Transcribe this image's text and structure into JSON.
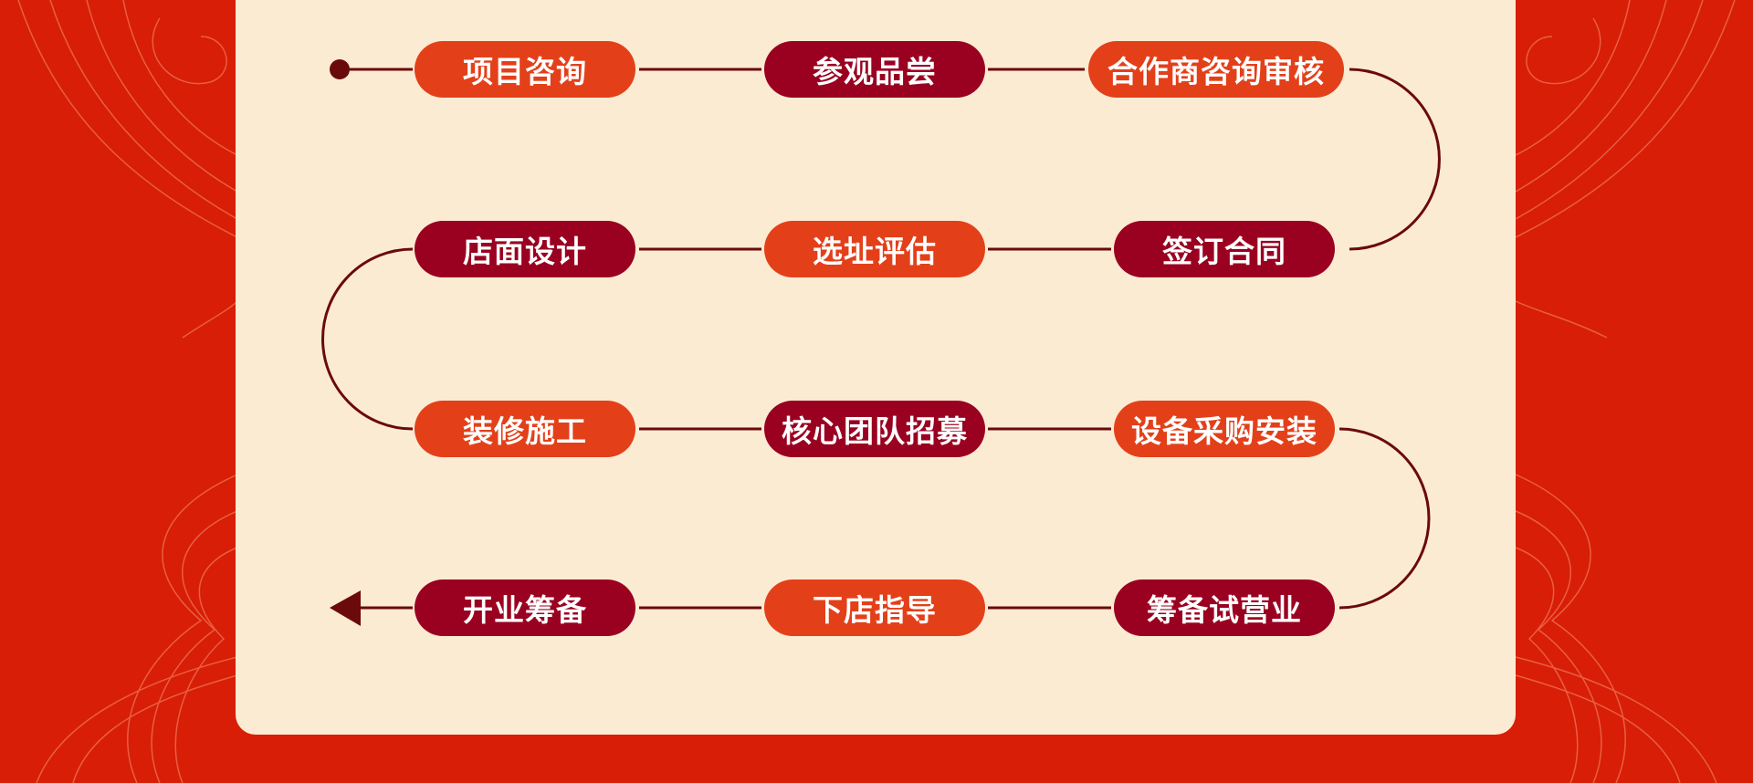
{
  "colors": {
    "background": "#d81e06",
    "card": "#fcebd3",
    "orange": "#e3401a",
    "maroon": "#9a0020",
    "connector": "#6b0a0a"
  },
  "steps": [
    {
      "label": "项目咨询",
      "color": "orange"
    },
    {
      "label": "参观品尝",
      "color": "maroon"
    },
    {
      "label": "合作商咨询审核",
      "color": "orange"
    },
    {
      "label": "签订合同",
      "color": "maroon"
    },
    {
      "label": "选址评估",
      "color": "orange"
    },
    {
      "label": "店面设计",
      "color": "maroon"
    },
    {
      "label": "装修施工",
      "color": "orange"
    },
    {
      "label": "核心团队招募",
      "color": "maroon"
    },
    {
      "label": "设备采购安装",
      "color": "orange"
    },
    {
      "label": "筹备试营业",
      "color": "maroon"
    },
    {
      "label": "下店指导",
      "color": "orange"
    },
    {
      "label": "开业筹备",
      "color": "maroon"
    }
  ]
}
